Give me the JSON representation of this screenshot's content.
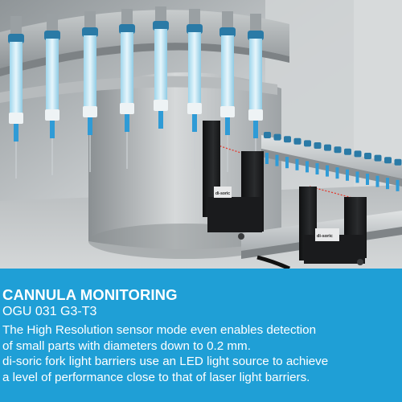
{
  "caption": {
    "title": "CANNULA MONITORING",
    "model": "OGU 031 G3-T3",
    "description_lines": [
      "The High Resolution sensor mode even enables detection",
      "of small parts with diameters down to 0.2 mm.",
      "di-soric fork light barriers use an LED light source to achieve",
      "a level of performance close to that of laser light barriers."
    ]
  },
  "sensors": {
    "brand_label": "di-soric"
  },
  "colors": {
    "caption_background": "#1f9fd6",
    "caption_text": "#ffffff",
    "syringe_cap": "#2a7aa6",
    "syringe_barrel": "#bfe6f4",
    "needle_hub": "#2f9bd6",
    "sensor_body": "#1c1d1f",
    "laser_beam": "#e23b2f"
  }
}
